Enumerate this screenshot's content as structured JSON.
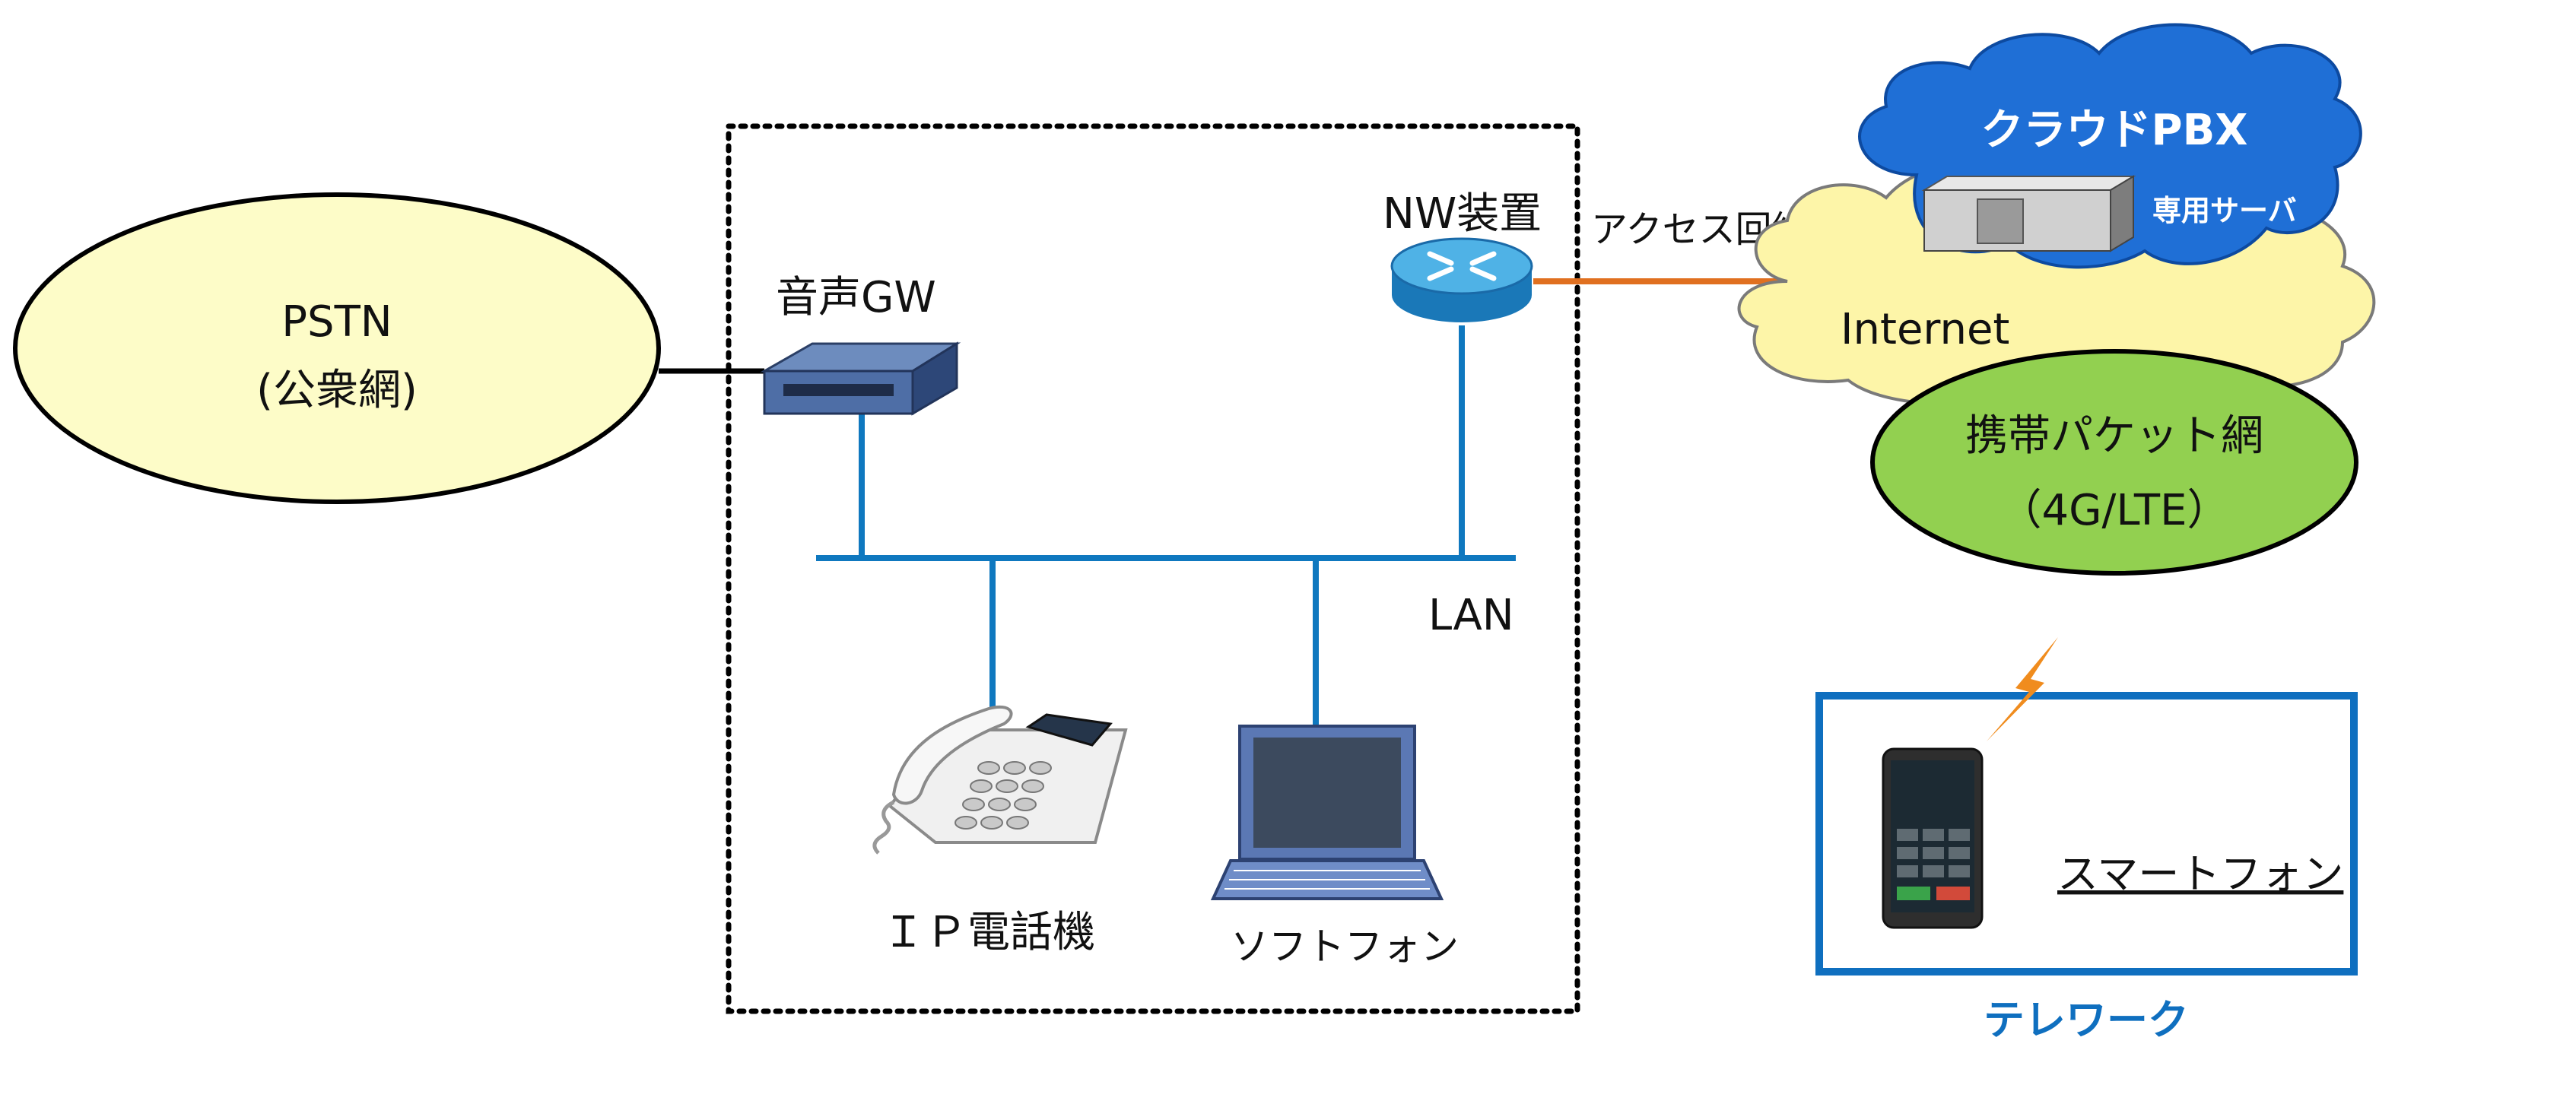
{
  "pstn": {
    "line1": "PSTN",
    "line2": "(公衆網)"
  },
  "gateway": {
    "label": "音声GW"
  },
  "nw_device": {
    "label": "NW装置"
  },
  "access_line": {
    "label": "アクセス回線"
  },
  "lan": {
    "label": "LAN"
  },
  "ip_phone": {
    "label": "ＩＰ電話機"
  },
  "softphone": {
    "label": "ソフトフォン"
  },
  "cloud_pbx": {
    "title": "クラウドPBX",
    "server_label": "専用サーバ"
  },
  "internet": {
    "label": "Internet"
  },
  "mobile_net": {
    "line1": "携帯パケット網",
    "line2": "（4G/LTE）"
  },
  "telework": {
    "device_label": "スマートフォン",
    "caption": "テレワーク"
  },
  "colors": {
    "pstn_fill": "#fdfcc8",
    "internet_fill": "#fdf5a8",
    "mobile_fill": "#92d050",
    "cloud_fill": "#1f6fd6",
    "lan_line": "#0f78bf",
    "access_line": "#e07020",
    "telework_border": "#0f6fbf"
  }
}
